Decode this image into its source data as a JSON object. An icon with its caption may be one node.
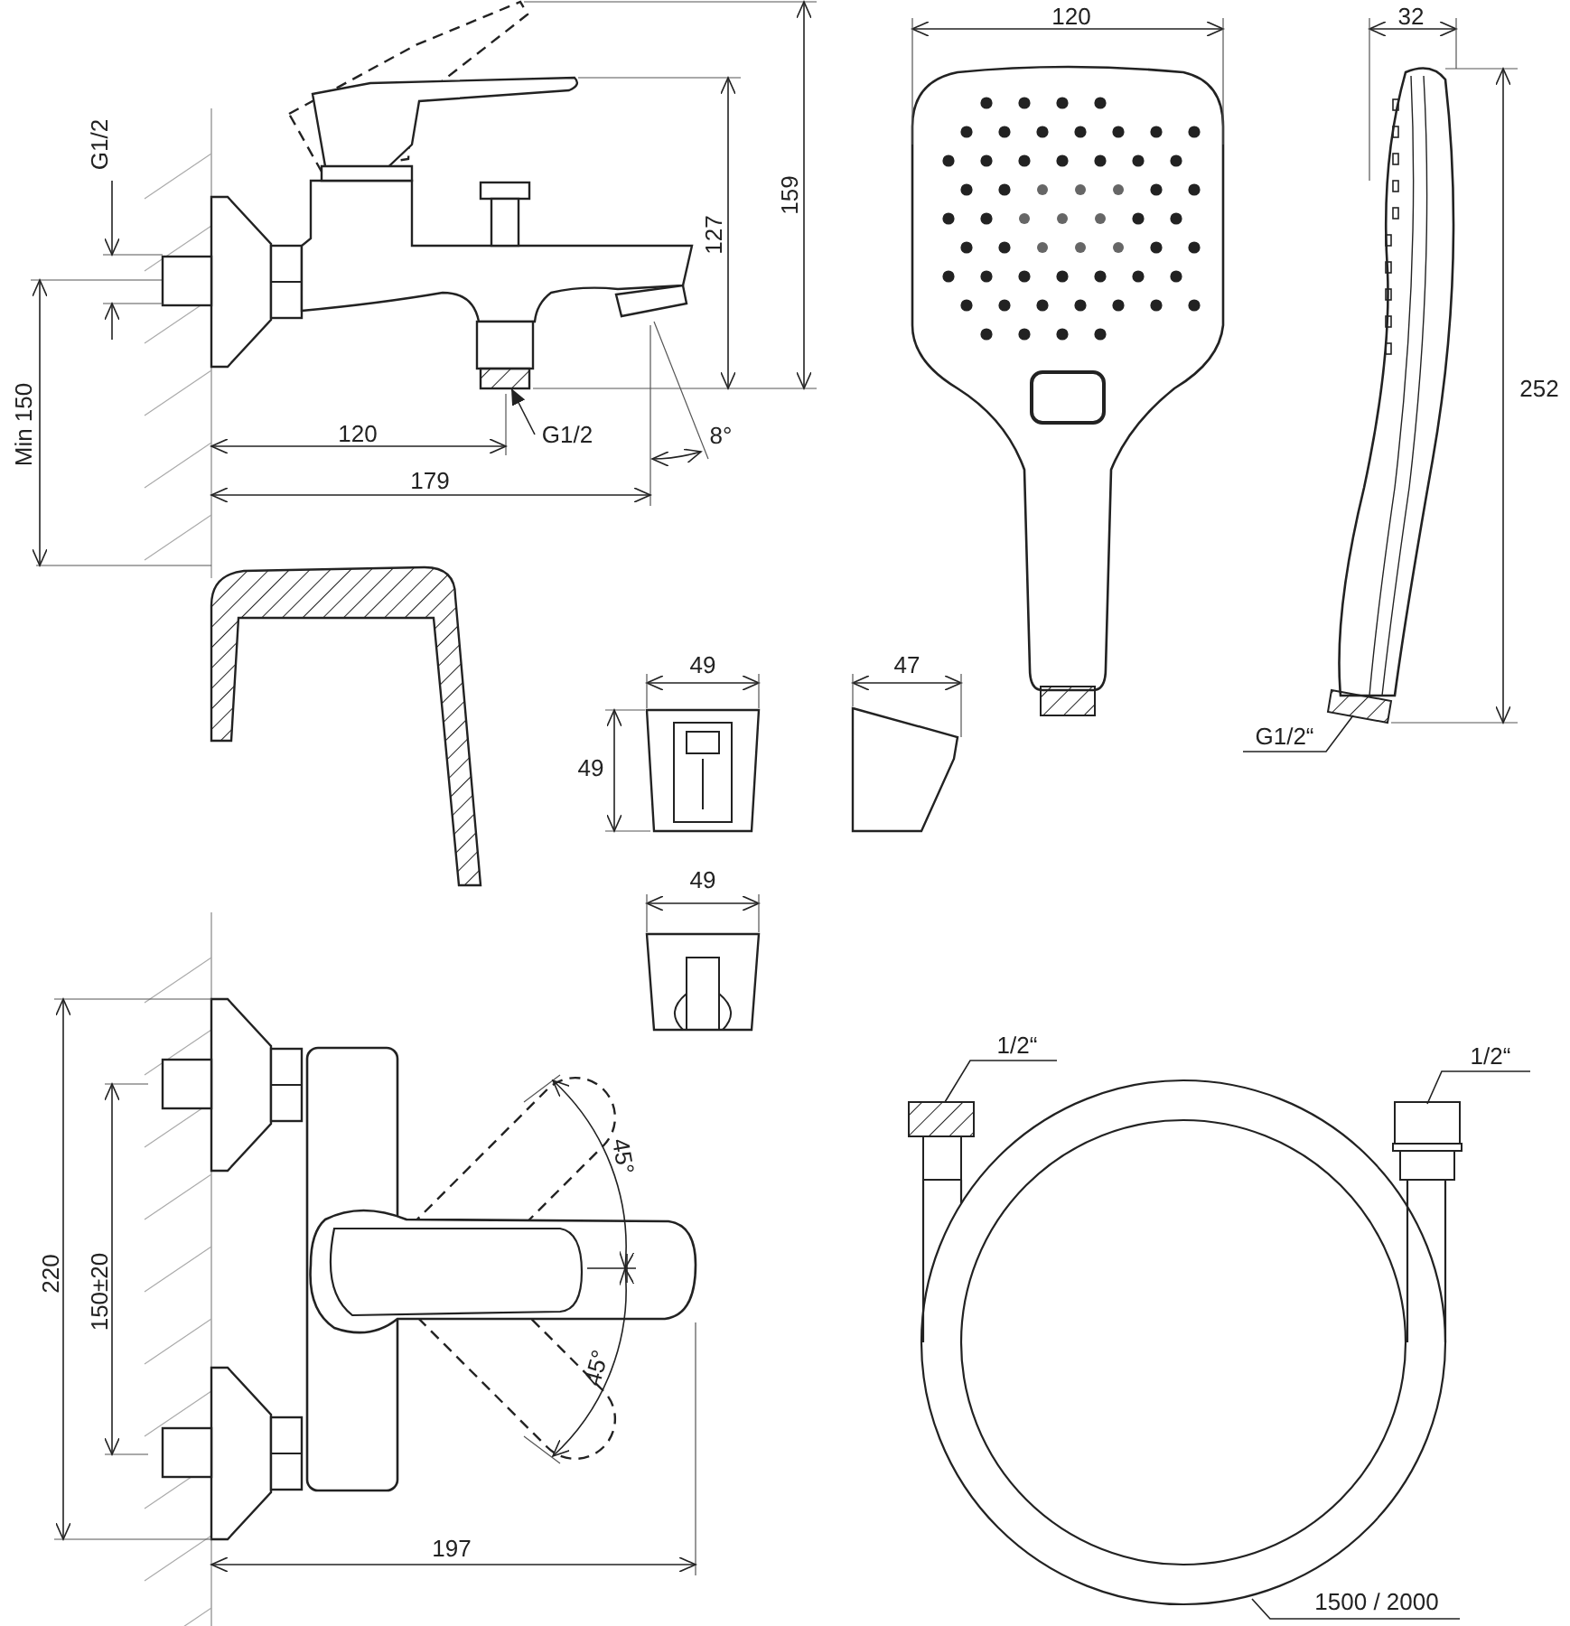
{
  "diagram": {
    "nodes": [
      {
        "text": [
          "G1/2"
        ]
      },
      {
        "text": [
          "G1/2“"
        ]
      },
      {
        "text": [
          "1/2“"
        ]
      },
      {
        "text": [
          "1/2“"
        ]
      },
      {
        "text": [
          "1500 / 2000"
        ]
      },
      {
        "text": [],
        "shape": "box"
      }
    ],
    "edges": [
      {
        "from": 0,
        "to": 5,
        "arrow": "to"
      },
      {
        "from": 1,
        "to": null,
        "arrow": "none"
      },
      {
        "from": 2,
        "to": null,
        "arrow": "none"
      },
      {
        "from": 3,
        "to": null,
        "arrow": "none"
      },
      {
        "from": 4,
        "to": null,
        "arrow": "none"
      }
    ],
    "labels": [
      "120",
      "32",
      "G1/2",
      "159",
      "127",
      "252",
      "120",
      "8°",
      "179",
      "Min 150",
      "49",
      "47",
      "49",
      "49",
      "220",
      "150±20",
      "45°",
      "45°",
      "197"
    ]
  }
}
